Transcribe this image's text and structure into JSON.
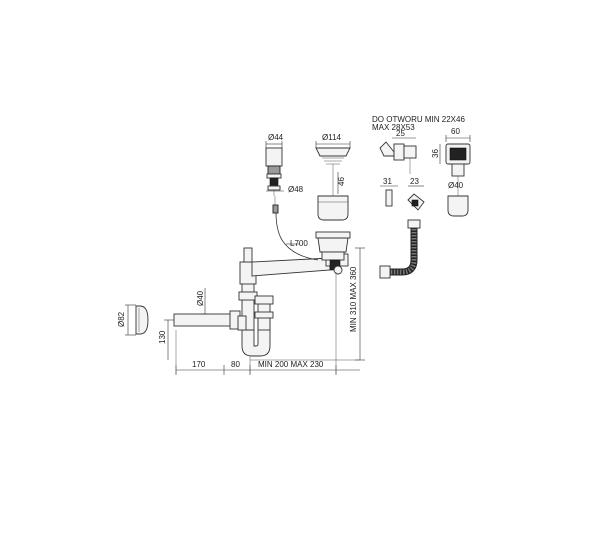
{
  "labels": {
    "d44": "Ø44",
    "d114": "Ø114",
    "d48": "Ø48",
    "h46": "46",
    "l700": "L700",
    "d40_top": "Ø40",
    "d82": "Ø82",
    "h130": "130",
    "w170": "170",
    "w80": "80",
    "w_min_max": "MIN 200 MAX 230",
    "v_min_max": "MIN 310 MAX 360",
    "opening_line1": "DO OTWORU MIN 22X46",
    "opening_line2": "MAX 28X53",
    "w25": "25",
    "w60": "60",
    "h36": "36",
    "w31": "31",
    "w23": "23",
    "d40_right": "Ø40"
  }
}
